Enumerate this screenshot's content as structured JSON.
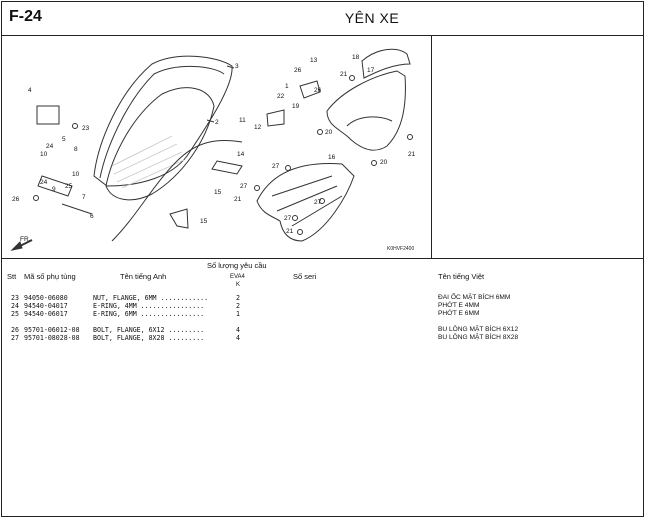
{
  "header": {
    "code": "F-24",
    "title": "YÊN XE"
  },
  "diagram": {
    "ref_code": "K0HVF2400",
    "front_arrow": "FR.",
    "callouts": [
      "2",
      "3",
      "4",
      "5",
      "6",
      "7",
      "8",
      "9",
      "10",
      "10",
      "11",
      "12",
      "13",
      "14",
      "15",
      "16",
      "17",
      "18",
      "19",
      "20",
      "20",
      "20",
      "21",
      "21",
      "21",
      "21",
      "22",
      "23",
      "24",
      "24",
      "25",
      "26",
      "26",
      "26",
      "27",
      "27",
      "27",
      "27",
      "1"
    ]
  },
  "columns": {
    "stt": "Stt",
    "part_no": "Mã số phụ tùng",
    "name_en": "Tên tiếng Anh",
    "qty_group": "Số lượng yêu cầu",
    "qty_model": "EVA4",
    "qty_sub": "K",
    "serial": "Số seri",
    "name_vn": "Tên tiếng Việt"
  },
  "rows": [
    {
      "no": "23",
      "part": "94050-06080",
      "en": "NUT, FLANGE, 6MM ............",
      "qty": "2",
      "vn": "ĐAI ỐC MẶT BÍCH 6MM"
    },
    {
      "no": "24",
      "part": "94540-04017",
      "en": "E-RING, 4MM ................",
      "qty": "2",
      "vn": "PHỚT E 4MM"
    },
    {
      "no": "25",
      "part": "94540-06017",
      "en": "E-RING, 6MM ................",
      "qty": "1",
      "vn": "PHỚT E 6MM"
    },
    {
      "no": "26",
      "part": "95701-06012-08",
      "en": "BOLT, FLANGE, 6X12 .........",
      "qty": "4",
      "vn": "BU LÔNG MẶT BÍCH 6X12"
    },
    {
      "no": "27",
      "part": "95701-08028-08",
      "en": "BOLT, FLANGE, 8X28 .........",
      "qty": "4",
      "vn": "BU LÔNG MẶT BÍCH 8X28"
    }
  ]
}
